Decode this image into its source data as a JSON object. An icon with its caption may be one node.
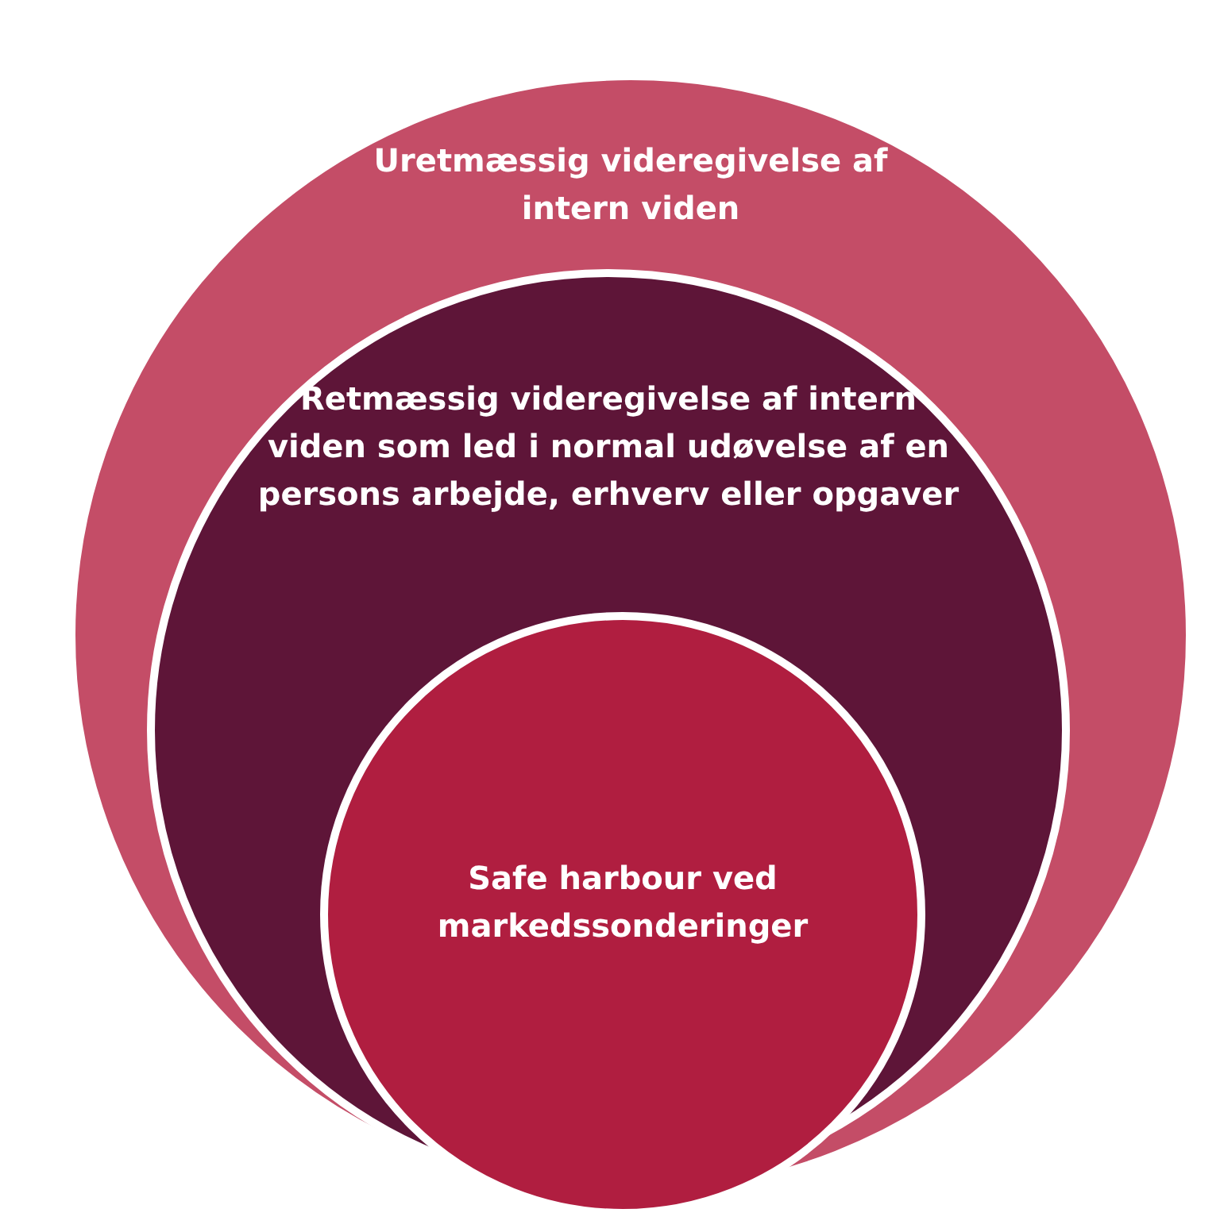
{
  "diagram": {
    "nodes": [
      {
        "text": [
          "Uretmæssig videregivelse af intern viden"
        ]
      },
      {
        "text": [
          "Retmæssig videregivelse af intern viden som led i normal udøvelse af en persons arbejde, erhverv eller opgaver"
        ],
        "in": 0
      },
      {
        "text": [
          "Safe harbour ved markedssonderinger"
        ],
        "in": 1
      }
    ]
  }
}
